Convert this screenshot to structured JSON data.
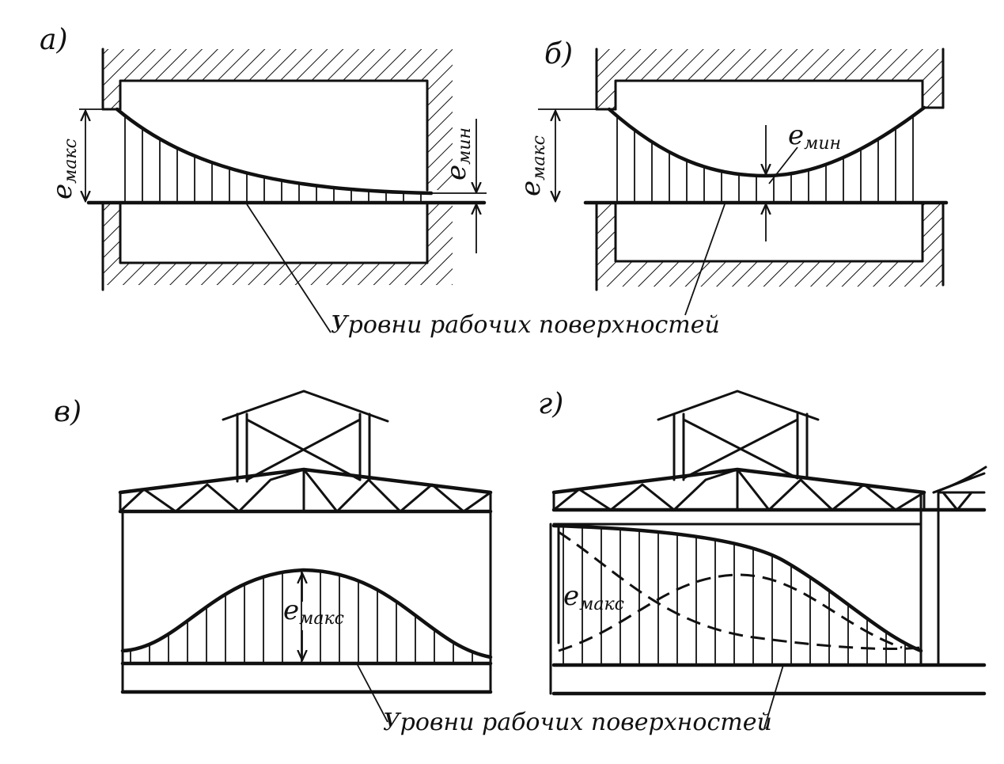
{
  "panels": {
    "a": {
      "label": "а)"
    },
    "b": {
      "label": "б)"
    },
    "v": {
      "label": "в)"
    },
    "g": {
      "label": "г)"
    }
  },
  "symbols": {
    "e": "e",
    "max_sub": "макс",
    "min_sub": "мин"
  },
  "captions": {
    "top": "Уровни рабочих поверхностей",
    "bottom": "Уровни рабочих поверхностей"
  }
}
